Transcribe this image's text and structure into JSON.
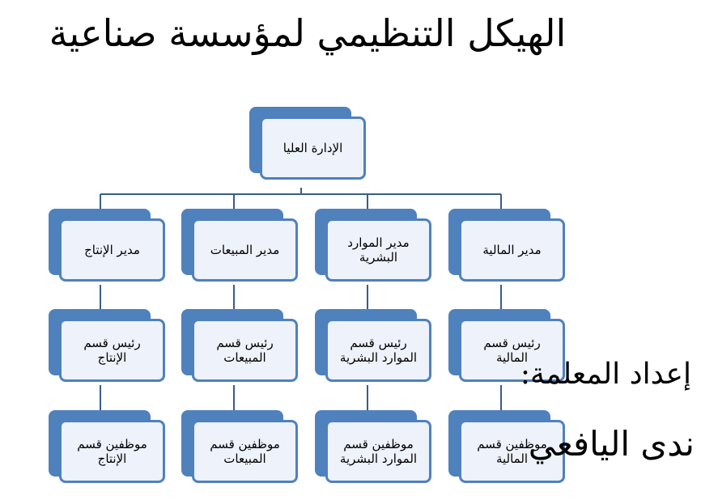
{
  "title": "الهيكل التنظيمي لمؤسسة صناعية",
  "chart": {
    "root": "الإدارة العليا",
    "columns": [
      {
        "manager": "مدير الإنتاج",
        "head": "رئيس قسم الإنتاج",
        "staff": "موظفين قسم الإنتاج"
      },
      {
        "manager": "مدير المبيعات",
        "head": "رئيس قسم المبيعات",
        "staff": "موظفين قسم المبيعات"
      },
      {
        "manager": "مدير الموارد البشرية",
        "head": "رئيس قسم الموارد البشرية",
        "staff": "موظفين قسم الموارد البشرية"
      },
      {
        "manager": "مدير المالية",
        "head": "رئيس قسم المالية",
        "staff": "موظفين قسم المالية"
      }
    ]
  },
  "credit": {
    "label": "إعداد المعلمة:",
    "name": "ندى اليافعي"
  },
  "colors": {
    "accent": "#4f81bd",
    "box_fill": "#eef2fa",
    "connector": "#385d8a"
  }
}
